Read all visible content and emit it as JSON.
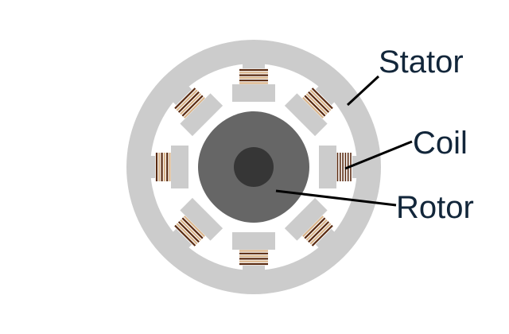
{
  "labels": {
    "stator": "Stator",
    "coil": "Coil",
    "rotor": "Rotor"
  },
  "colors": {
    "stator": "#cccccc",
    "background": "#ffffff",
    "rotor_core": "#666666",
    "shaft": "#363636",
    "coil_fill": "#ffffff",
    "coil_light": "#d9b48a",
    "coil_dark": "#5a2a10",
    "label_text": "#12263a",
    "leader_line": "#000000"
  },
  "diagram": {
    "pole_count": 8,
    "pole_angles_deg": [
      0,
      45,
      90,
      135,
      180,
      225,
      270,
      315
    ],
    "highlighted_coil_angle_deg": 0
  }
}
